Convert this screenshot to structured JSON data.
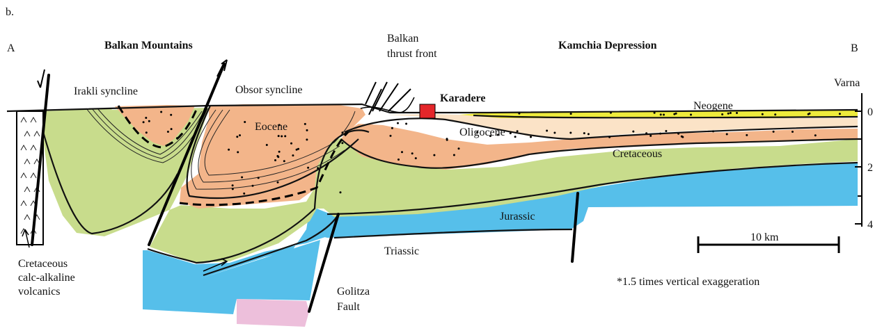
{
  "panel_letter": "b.",
  "ends": {
    "left": "A",
    "right": "B"
  },
  "regions": {
    "balkan_mountains": "Balkan Mountains",
    "kamchia_depression": "Kamchia Depression"
  },
  "labels": {
    "thrust_front_line1": "Balkan",
    "thrust_front_line2": "thrust front",
    "irakli": "Irakli syncline",
    "obsor": "Obsor syncline",
    "karadere": "Karadere",
    "varna": "Varna",
    "eocene": "Eocene",
    "oligocene": "Oligocene",
    "neogene": "Neogene",
    "cretaceous": "Cretaceous",
    "jurassic": "Jurassic",
    "triassic": "Triassic",
    "golitza_line1": "Golitza",
    "golitza_line2": "Fault",
    "volc_line1": "Cretaceous",
    "volc_line2": "calc-alkaline",
    "volc_line3": "volcanics",
    "exaggeration": "*1.5 times vertical exaggeration"
  },
  "depth_axis": {
    "ticks": [
      "0",
      "2",
      "4"
    ]
  },
  "scale_bar": {
    "label": "10 km"
  },
  "colors": {
    "cretaceous": "#c8dc8c",
    "eocene": "#f3b58a",
    "oligocene": "#fbe3c7",
    "neogene": "#eeeb3c",
    "jurassic": "#56bfea",
    "triassic": "#edbfdb",
    "karadere_marker": "#e4262a"
  }
}
